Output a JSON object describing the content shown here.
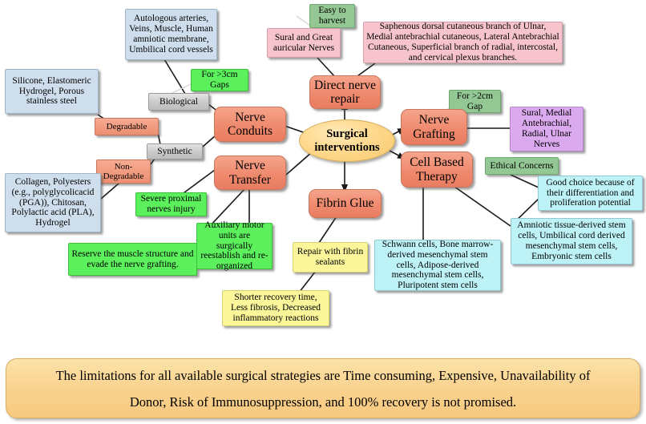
{
  "figure": {
    "center": {
      "label": "Surgical interventions"
    },
    "banner": {
      "line1": "The limitations for all available surgical strategies are Time consuming, Expensive, Unavailability of",
      "line2": "Donor, Risk of Immunosuppression, and 100% recovery is not promised."
    },
    "nodes": {
      "autologous_sources": "Autologous arteries, Veins, Muscle, Human amniotic membrane, Umbilical cord vessels",
      "for_3cm_gaps": "For >3cm Gaps",
      "biological": "Biological",
      "silicone_group": "Silicone, Elastomeric Hydrogel, Porous stainless steel",
      "degradable": "Degradable",
      "synthetic": "Synthetic",
      "non_degradable": "Non-Degradable",
      "collagen_group": "Collagen, Polyesters (e.g., polyglycolicacid (PGA)), Chitosan, Polylactic acid (PLA), Hydrogel",
      "nerve_conduits": "Nerve Conduits",
      "nerve_transfer": "Nerve Transfer",
      "severe_proximal": "Severe proximal nerves injury",
      "reserve_muscle": "Reserve the muscle structure and evade the nerve grafting.",
      "auxiliary_motor": "Auxiliary motor units are surgically reestablish and re-organized",
      "easy_to_harvest": "Easy to harvest",
      "sural_great_auricular": "Sural and Great auricular Nerves",
      "saphenous_branches": "Saphenous dorsal cutaneous branch of  Ulnar, Medial antebrachial cutaneous, Lateral Antebrachial Cutaneous, Superficial branch of radial, intercostal, and cervical plexus branches.",
      "direct_nerve_repair": "Direct nerve repair",
      "for_2cm_gap": "For >2cm Gap",
      "nerve_grafting": "Nerve Grafting",
      "sural_medial_nerves": "Sural, Medial Antebrachial, Radial, Ulnar Nerves",
      "cell_based_therapy": "Cell Based Therapy",
      "ethical_concerns": "Ethical Concerns",
      "good_choice": "Good choice because of their differentiation and proliferation potential",
      "amniotic_stem_cells": "Amniotic tissue-derived stem cells, Umbilical cord derived mesenchymal stem cells, Embryonic stem cells",
      "fibrin_glue": "Fibrin Glue",
      "repair_fibrin": "Repair with fibrin sealants",
      "shorter_recovery": "Shorter recovery time, Less fibrosis, Decreased inflammatory reactions",
      "schwann_cells": "Schwann cells, Bone marrow-derived mesenchymal stem cells, Adipose-derived mesenchymal stem cells, Pluripotent stem cells"
    },
    "colors": {
      "main_node": "#ef8a6e",
      "center_node": "#ffd98e",
      "gray_node": "#c9c9c9",
      "blue_node": "#cfdeec",
      "green_node": "#5cf05c",
      "green_dark_node": "#93c793",
      "pink_node": "#f7c4cd",
      "purple_node": "#dbaaee",
      "cyan_node": "#bdf2f7",
      "yellow_node": "#fbf69a",
      "banner": "#fad492",
      "edge": "#1a1a1a"
    }
  }
}
